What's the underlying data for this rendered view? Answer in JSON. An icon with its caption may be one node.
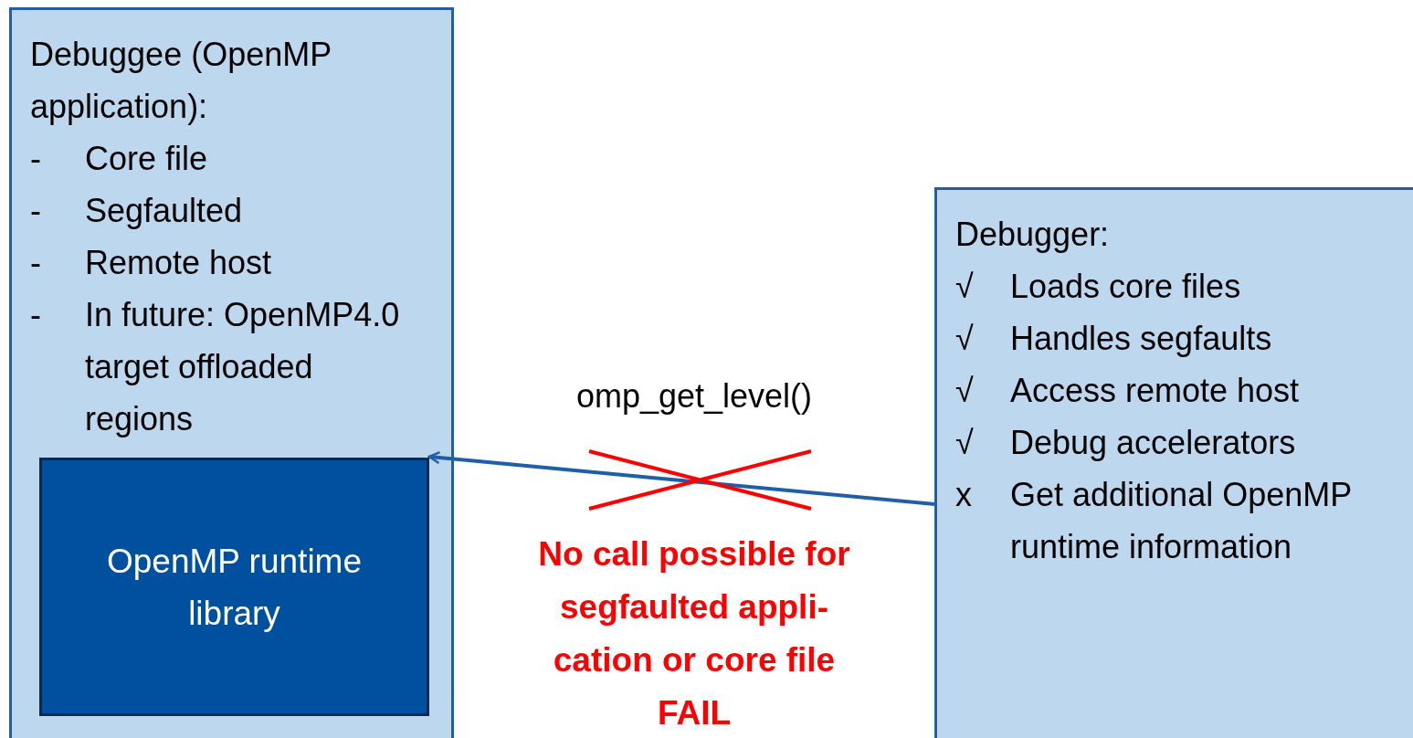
{
  "diagram": {
    "nodes": [
      {
        "text": [
          "Debuggee (OpenMP application):",
          "- Core file",
          "- Segfaulted",
          "- Remote host",
          "- In future: OpenMP4.0 target offloaded regions"
        ]
      },
      {
        "text": [
          "OpenMP runtime library"
        ],
        "in": 0
      },
      {
        "text": [
          "Debugger:",
          "√ Loads core files",
          "√ Handles segfaults",
          "√ Access remote host",
          "√ Debug accelerators",
          "x Get additional OpenMP runtime information"
        ]
      }
    ],
    "edges": [
      {
        "from": 2,
        "to": 1,
        "arrow": "to",
        "label": "omp_get_level()"
      }
    ],
    "labels": [
      "No call possible for segfaulted appli- cation or core file",
      "FAIL"
    ]
  }
}
